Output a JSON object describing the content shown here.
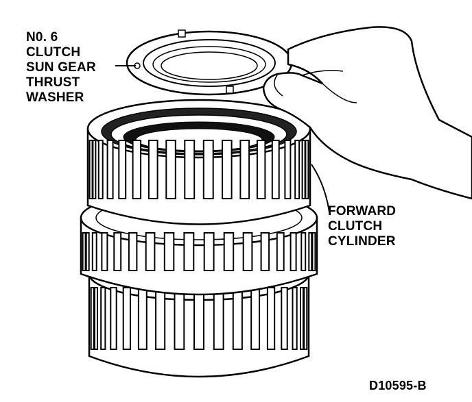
{
  "labels": {
    "washer": [
      "N0. 6",
      "CLUTCH",
      "SUN GEAR",
      "THRUST",
      "WASHER"
    ],
    "cylinder": [
      "FORWARD",
      "CLUTCH",
      "CYLINDER"
    ]
  },
  "figure_id": "D10595-B",
  "colors": {
    "ink": "#000000",
    "paper": "#ffffff"
  }
}
